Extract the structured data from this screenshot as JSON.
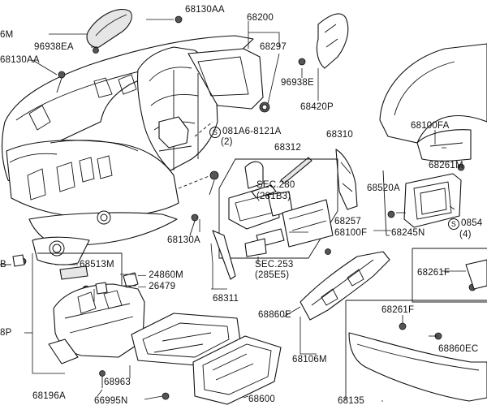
{
  "labels": {
    "l_68130AA_top": "68130AA",
    "l_68200": "68200",
    "l_6M": "6M",
    "l_96938EA": "96938EA",
    "l_68130AA_left": "68130AA",
    "l_68297": "68297",
    "l_96938E": "96938E",
    "l_68420P": "68420P",
    "l_081A6": "081A6-8121A",
    "l_081A6_qty": "(2)",
    "l_68310": "68310",
    "l_68312": "68312",
    "l_68100FA": "68100FA",
    "l_68261M": "68261M",
    "l_sec280": "SEC.280",
    "l_281B3": "(281B3)",
    "l_68520A": "68520A",
    "l_68257": "68257",
    "l_68100F": "68100F",
    "l_68245N": "68245N",
    "l_0854": "0854",
    "l_0854_qty": "(4)",
    "l_68130A": "68130A",
    "l_sec253": "SEC.253",
    "l_285E5": "(285E5)",
    "l_68513M": "68513M",
    "l_24860M": "24860M",
    "l_26479": "26479",
    "l_68261F_right": "68261F",
    "l_68311": "68311",
    "l_68860E": "68860E",
    "l_68261F_low": "68261F",
    "l_8P": "8P",
    "l_B_left": "B",
    "l_68860EC": "68860EC",
    "l_68106M": "68106M",
    "l_68963": "68963",
    "l_68196A": "68196A",
    "l_66995N": "66995N",
    "l_68600": "68600",
    "l_68135": "68135"
  }
}
